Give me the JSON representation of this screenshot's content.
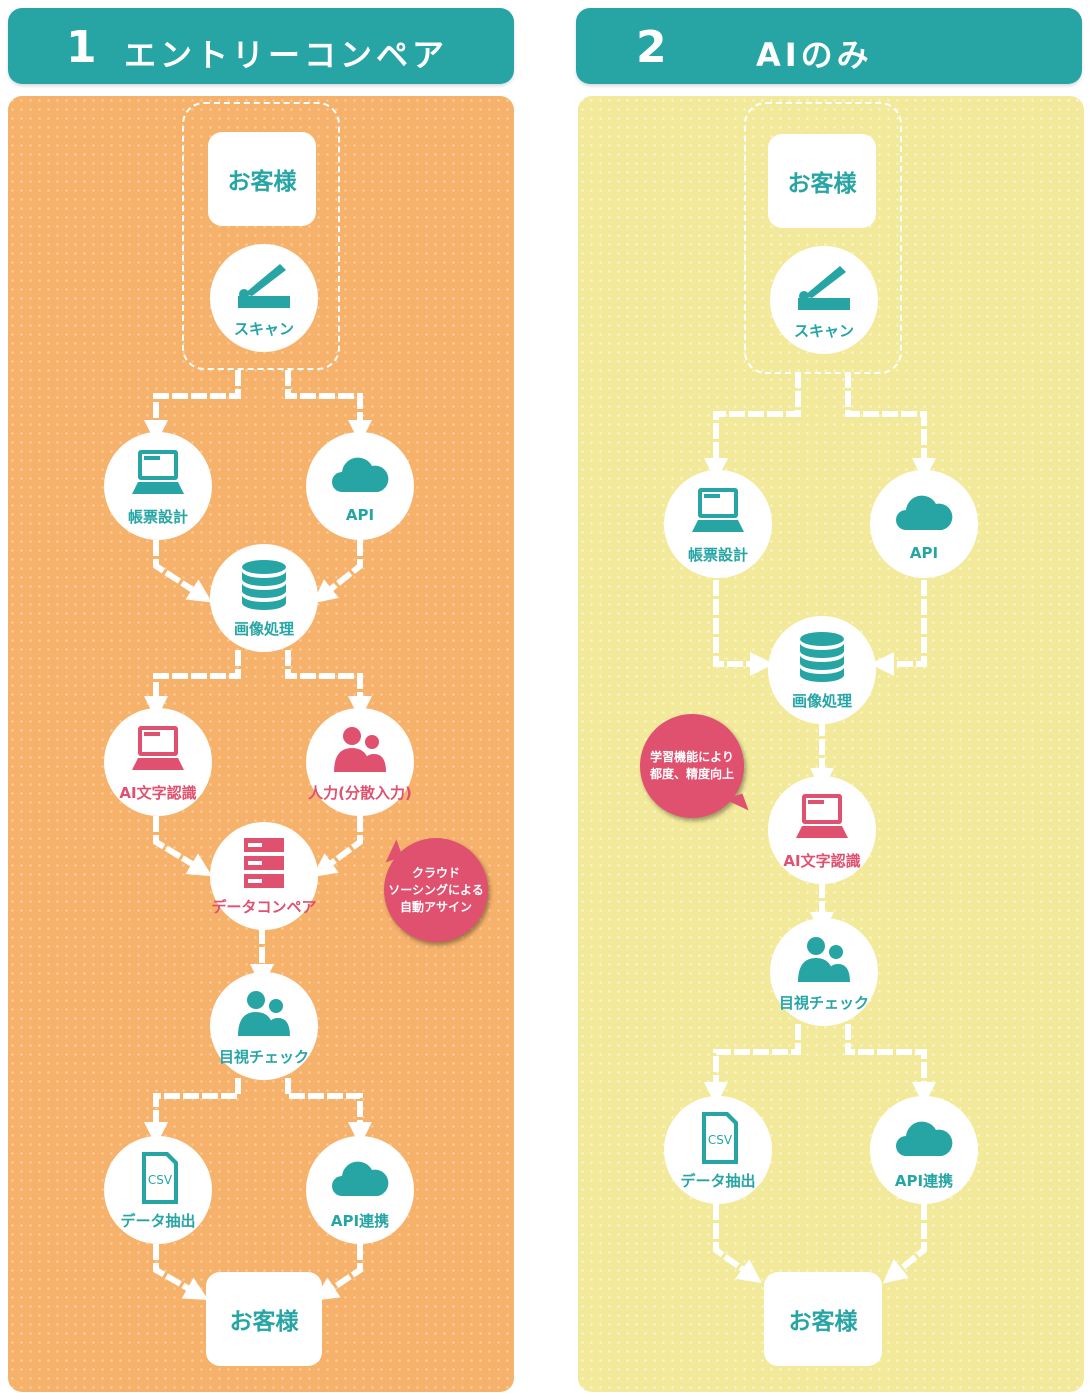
{
  "left": {
    "number": "1",
    "title": "エントリーコンペア",
    "customer_top": "お客様",
    "scan": "スキャン",
    "form_design": "帳票設計",
    "api": "API",
    "image_processing": "画像処理",
    "ai_ocr": "AI文字認識",
    "manual_input": "人力(分散入力)",
    "data_compare": "データコンペア",
    "bubble": [
      "クラウド",
      "ソーシングによる",
      "自動アサイン"
    ],
    "visual_check": "目視チェック",
    "data_extract": "データ抽出",
    "api_link": "API連携",
    "customer_bottom": "お客様"
  },
  "right": {
    "number": "2",
    "title": "AIのみ",
    "customer_top": "お客様",
    "scan": "スキャン",
    "form_design": "帳票設計",
    "api": "API",
    "image_processing": "画像処理",
    "bubble": [
      "学習機能により",
      "都度、精度向上"
    ],
    "ai_ocr": "AI文字認識",
    "visual_check": "目視チェック",
    "data_extract": "データ抽出",
    "api_link": "API連携",
    "customer_bottom": "お客様"
  },
  "csv_label": "CSV",
  "icons": {
    "scan": "scanner-icon",
    "form_design": "laptop-icon",
    "api": "cloud-icon",
    "image_processing": "database-icon",
    "ai_ocr": "laptop-icon",
    "manual_input": "people-icon",
    "data_compare": "server-icon",
    "visual_check": "people-icon",
    "data_extract": "csv-file-icon",
    "api_link": "cloud-icon"
  },
  "colors": {
    "teal": "#27a5a5",
    "pink": "#e0506f",
    "orange_panel": "#f6b26b",
    "yellow_panel": "#f2ea9a"
  }
}
